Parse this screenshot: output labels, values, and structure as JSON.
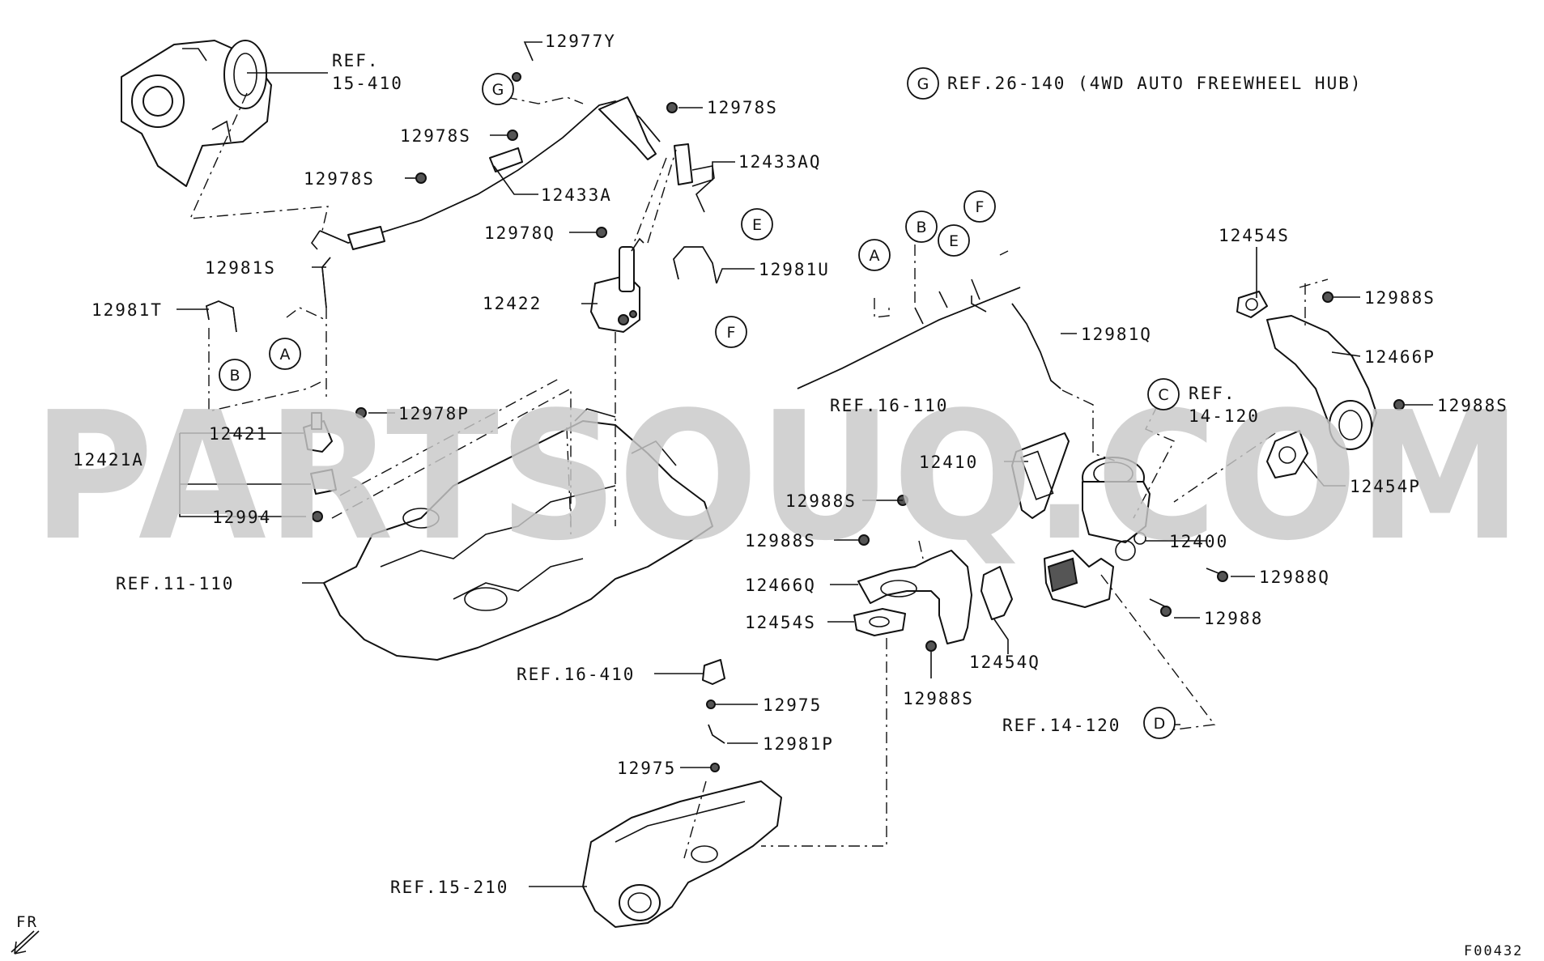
{
  "watermark": "PARTSOUQ.COM",
  "figure_code": "F00432",
  "direction_label": "FR",
  "callout_note": {
    "letter": "G",
    "text": "REF.26-140 (4WD AUTO FREEWHEEL HUB)"
  },
  "labels": {
    "ref_15_410_a": "REF.",
    "ref_15_410_b": "15-410",
    "p12977Y": "12977Y",
    "p12978S_top": "12978S",
    "p12978S_mid": "12978S",
    "p12978S_left": "12978S",
    "p12433AQ": "12433AQ",
    "p12433A": "12433A",
    "p12978Q": "12978Q",
    "p12981U": "12981U",
    "p12422": "12422",
    "p12981S": "12981S",
    "p12981T": "12981T",
    "p12454S_top": "12454S",
    "p12988S_r1": "12988S",
    "p12466P": "12466P",
    "p12988S_r2": "12988S",
    "p12981Q": "12981Q",
    "ref_16_110": "REF.16-110",
    "ref_14_120_a": "REF.",
    "ref_14_120_b": "14-120",
    "p12978P": "12978P",
    "p12421": "12421",
    "p12421A": "12421A",
    "p12994": "12994",
    "p12410": "12410",
    "p12454P": "12454P",
    "p12988S_c1": "12988S",
    "p12988S_c2": "12988S",
    "p12400": "12400",
    "p12988Q": "12988Q",
    "p12466Q": "12466Q",
    "p12988": "12988",
    "p12454S_c": "12454S",
    "p12454Q": "12454Q",
    "p12988S_c3": "12988S",
    "ref_11_110": "REF.11-110",
    "ref_16_410": "REF.16-410",
    "p12975_a": "12975",
    "p12981P": "12981P",
    "p12975_b": "12975",
    "ref_14_120_d": "REF.14-120",
    "ref_15_210": "REF.15-210"
  },
  "connector_letters": {
    "A_left": "A",
    "B_left": "B",
    "G_top": "G",
    "E_top": "E",
    "F_mid": "F",
    "A_right": "A",
    "B_right": "B",
    "E_right": "E",
    "F_right": "F",
    "C": "C",
    "D": "D"
  }
}
